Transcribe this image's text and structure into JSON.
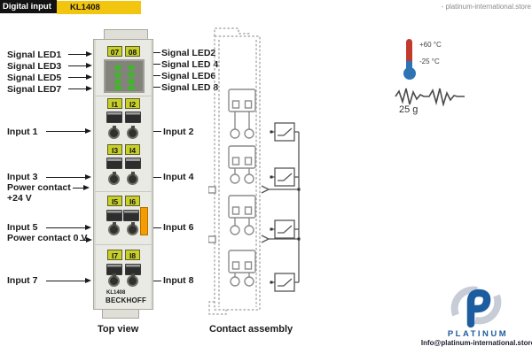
{
  "header": {
    "category": "Digital input",
    "model": "KL1408"
  },
  "left_labels": {
    "signal_leds": [
      "Signal LED1",
      "Signal LED3",
      "Signal LED5",
      "Signal LED7"
    ],
    "input1": "Input 1",
    "input3": "Input 3",
    "power_contact_24v_line1": "Power contact",
    "power_contact_24v_line2": "+24 V",
    "input5": "Input 5",
    "power_contact_0v": "Power contact 0 V",
    "input7": "Input 7"
  },
  "right_labels": {
    "signal_leds": [
      "Signal LED2",
      "Signal LED 4",
      "Signal LED6",
      "Signal LED 8"
    ],
    "inputs": [
      "Input 2",
      "Input 4",
      "Input 6",
      "Input 8"
    ]
  },
  "device": {
    "top_terminals": [
      "07",
      "08"
    ],
    "rows": [
      [
        "I1",
        "I2"
      ],
      [
        "I3",
        "I4"
      ],
      [
        "I5",
        "I6"
      ],
      [
        "I7",
        "I8"
      ]
    ],
    "model": "KL1408",
    "brand": "BECKHOFF",
    "caption": "Top view"
  },
  "assembly": {
    "caption": "Contact assembly"
  },
  "environment": {
    "temp_max": "+60 °C",
    "temp_min": "-25 °C",
    "shock": "25 g"
  },
  "watermark": {
    "top_text": "- platinum-international.store",
    "brand": "PLATINUM",
    "contact": "Info@platinum-international.store"
  },
  "colors": {
    "header_yellow": "#F2C50F",
    "terminal_label_green": "#C7D02A",
    "led_green": "#43B52C",
    "power_contact_orange": "#F49C00",
    "thermometer_red": "#C13A2E",
    "thermometer_blue": "#2E74B5",
    "logo_blue": "#1D5C9F"
  }
}
